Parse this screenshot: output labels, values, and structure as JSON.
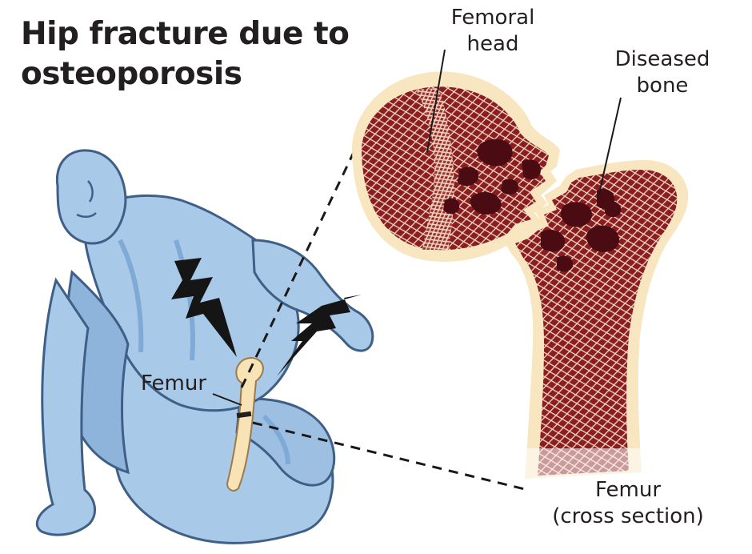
{
  "title": [
    "Hip fracture due to",
    "osteoporosis"
  ],
  "labels": {
    "femoral_head": [
      "Femoral",
      "head"
    ],
    "diseased_bone": [
      "Diseased",
      "bone"
    ],
    "femur": "Femur",
    "femur_cross_section": [
      "Femur",
      "(cross section)"
    ]
  },
  "colors": {
    "figure_fill": "#a9c9e8",
    "figure_shadow": "#7faad6",
    "figure_outline": "#3f5f86",
    "bone_fill": "#f7e3b5",
    "bone_marrow": "#8a1d22",
    "lesion": "#4a0c12",
    "text": "#231f20"
  }
}
